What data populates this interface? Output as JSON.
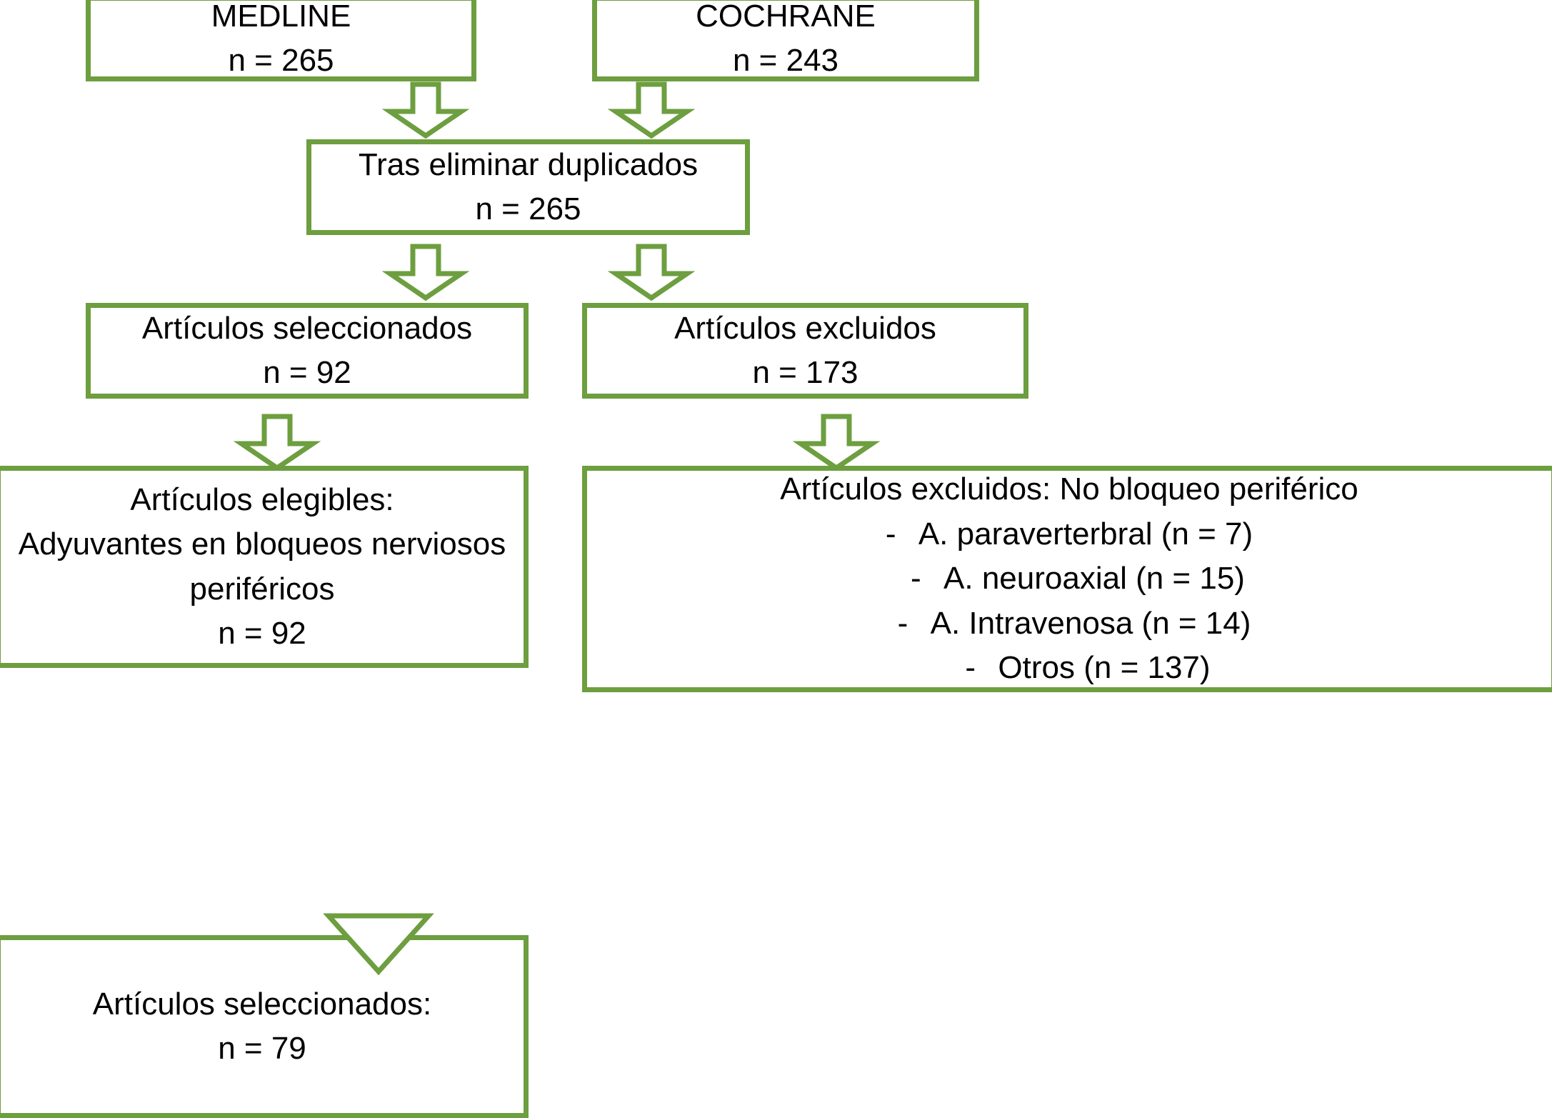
{
  "theme": {
    "accent_green": "#6d9e3f",
    "text_color": "#000000",
    "background": "#ffffff"
  },
  "diagram": {
    "type": "prisma-flowchart",
    "language": "es",
    "nodes": {
      "medline": {
        "title": "MEDLINE",
        "count": "n = 265"
      },
      "cochrane": {
        "title": "COCHRANE",
        "count": "n = 243"
      },
      "duplicados": {
        "title": "Tras eliminar duplicados",
        "count": "n = 265"
      },
      "seleccionados": {
        "title": "Artículos seleccionados",
        "count": "n = 92"
      },
      "excluidos": {
        "title": "Artículos excluidos",
        "count": "n = 173"
      },
      "elegibles": {
        "line1": "Artículos elegibles:",
        "line2": "Adyuvantes en bloqueos nerviosos",
        "line3": "periféricos",
        "count": "n = 92"
      },
      "excluidos_detalle": {
        "title": "Artículos excluidos: No bloqueo periférico",
        "dash": "-",
        "items": [
          "A. paraverterbral (n = 7)",
          "A. neuroaxial  (n = 15)",
          "A. Intravenosa (n = 14)",
          "Otros (n = 137)"
        ]
      },
      "final": {
        "title": "Artículos seleccionados:",
        "count": "n = 79"
      }
    },
    "arrows": [
      {
        "name": "arrow-medline-to-duplicados",
        "icon": "block-arrow-down-icon"
      },
      {
        "name": "arrow-cochrane-to-duplicados",
        "icon": "block-arrow-down-icon"
      },
      {
        "name": "arrow-duplicados-to-seleccionados",
        "icon": "block-arrow-down-icon"
      },
      {
        "name": "arrow-duplicados-to-excluidos",
        "icon": "block-arrow-down-icon"
      },
      {
        "name": "arrow-seleccionados-to-elegibles",
        "icon": "block-arrow-down-icon"
      },
      {
        "name": "arrow-excluidos-to-detalle",
        "icon": "block-arrow-down-icon"
      },
      {
        "name": "arrow-elegibles-to-final",
        "icon": "triangle-down-icon"
      }
    ]
  }
}
